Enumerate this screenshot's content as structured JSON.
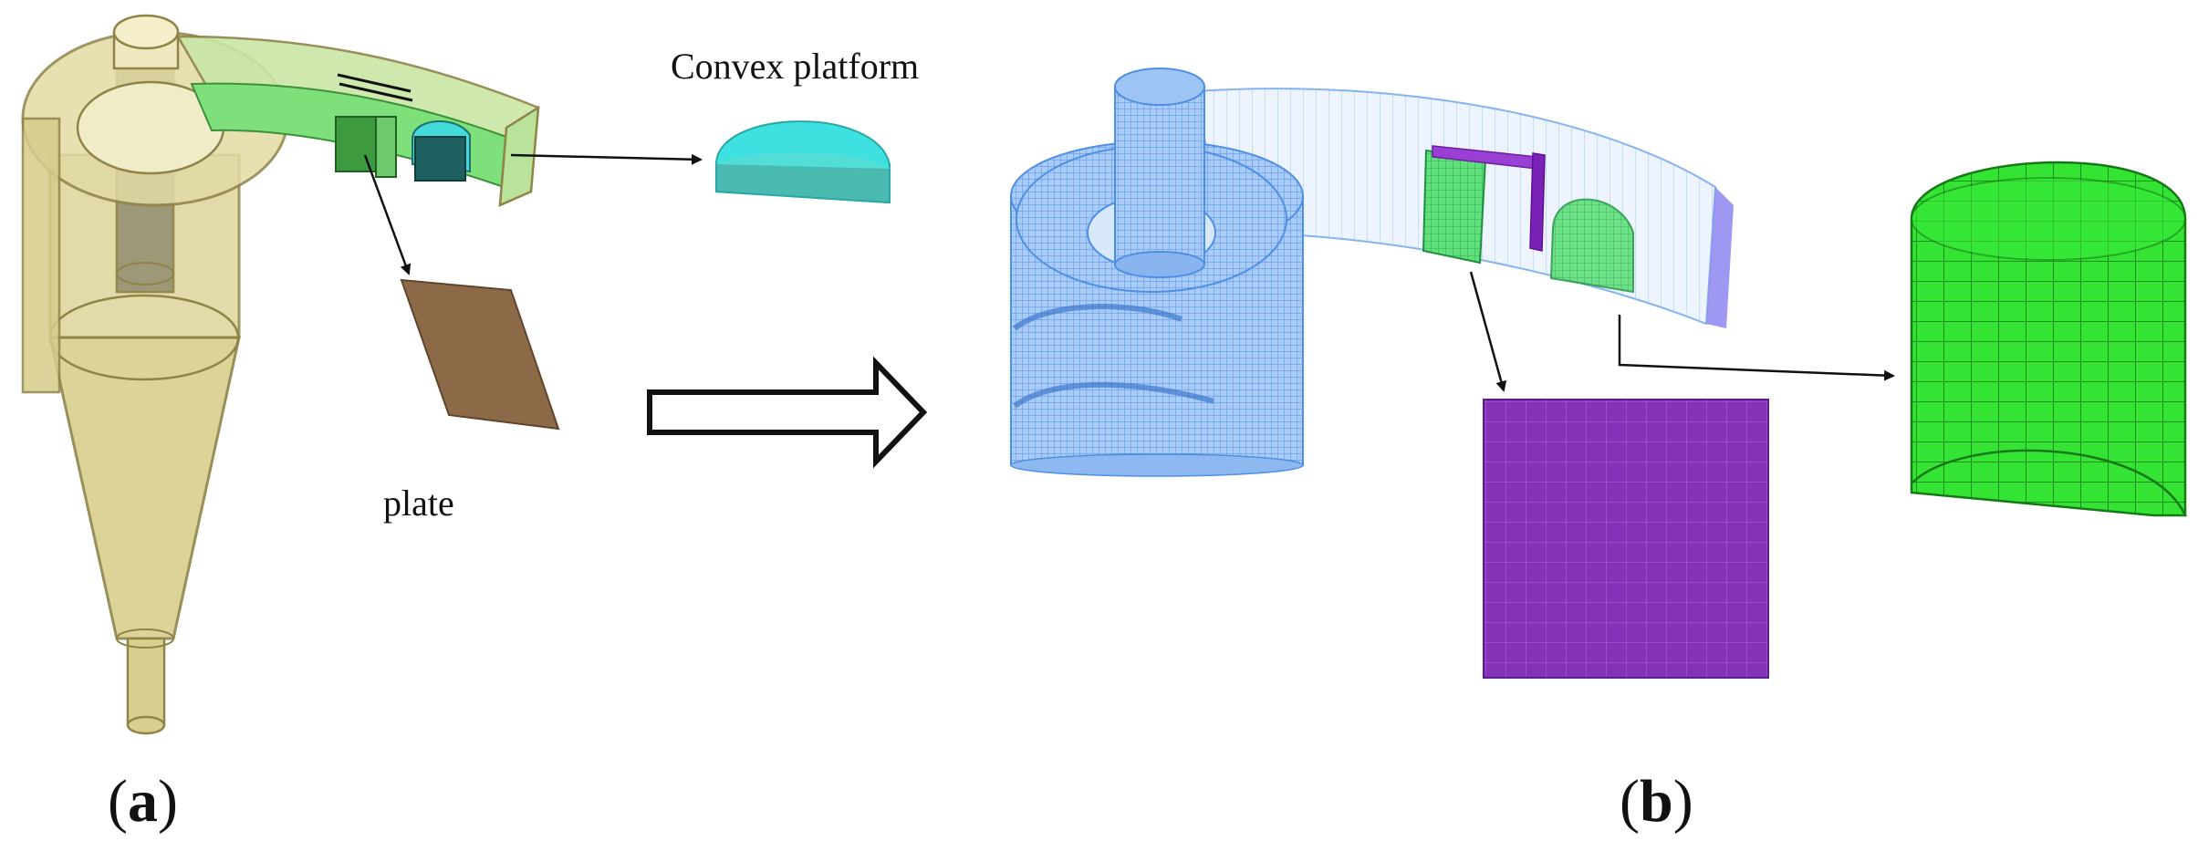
{
  "labels": {
    "convex_platform": "Convex platform",
    "plate": "plate",
    "panel_a_paren_open": "(",
    "panel_a_letter": "a",
    "panel_a_paren_close": ")",
    "panel_b_paren_open": "(",
    "panel_b_letter": "b",
    "panel_b_paren_close": ")"
  },
  "colors": {
    "cyclone_body": "#d9cf8e",
    "cyclone_edge": "#8f8347",
    "inlet_green": "#6fe36f",
    "platform_cyan": "#48dcdc",
    "plate_brown": "#8c6a47",
    "mesh_blue": "#7aaef0",
    "mesh_purple": "#8232b5",
    "mesh_green": "#33e033",
    "arrow": "#111111"
  }
}
